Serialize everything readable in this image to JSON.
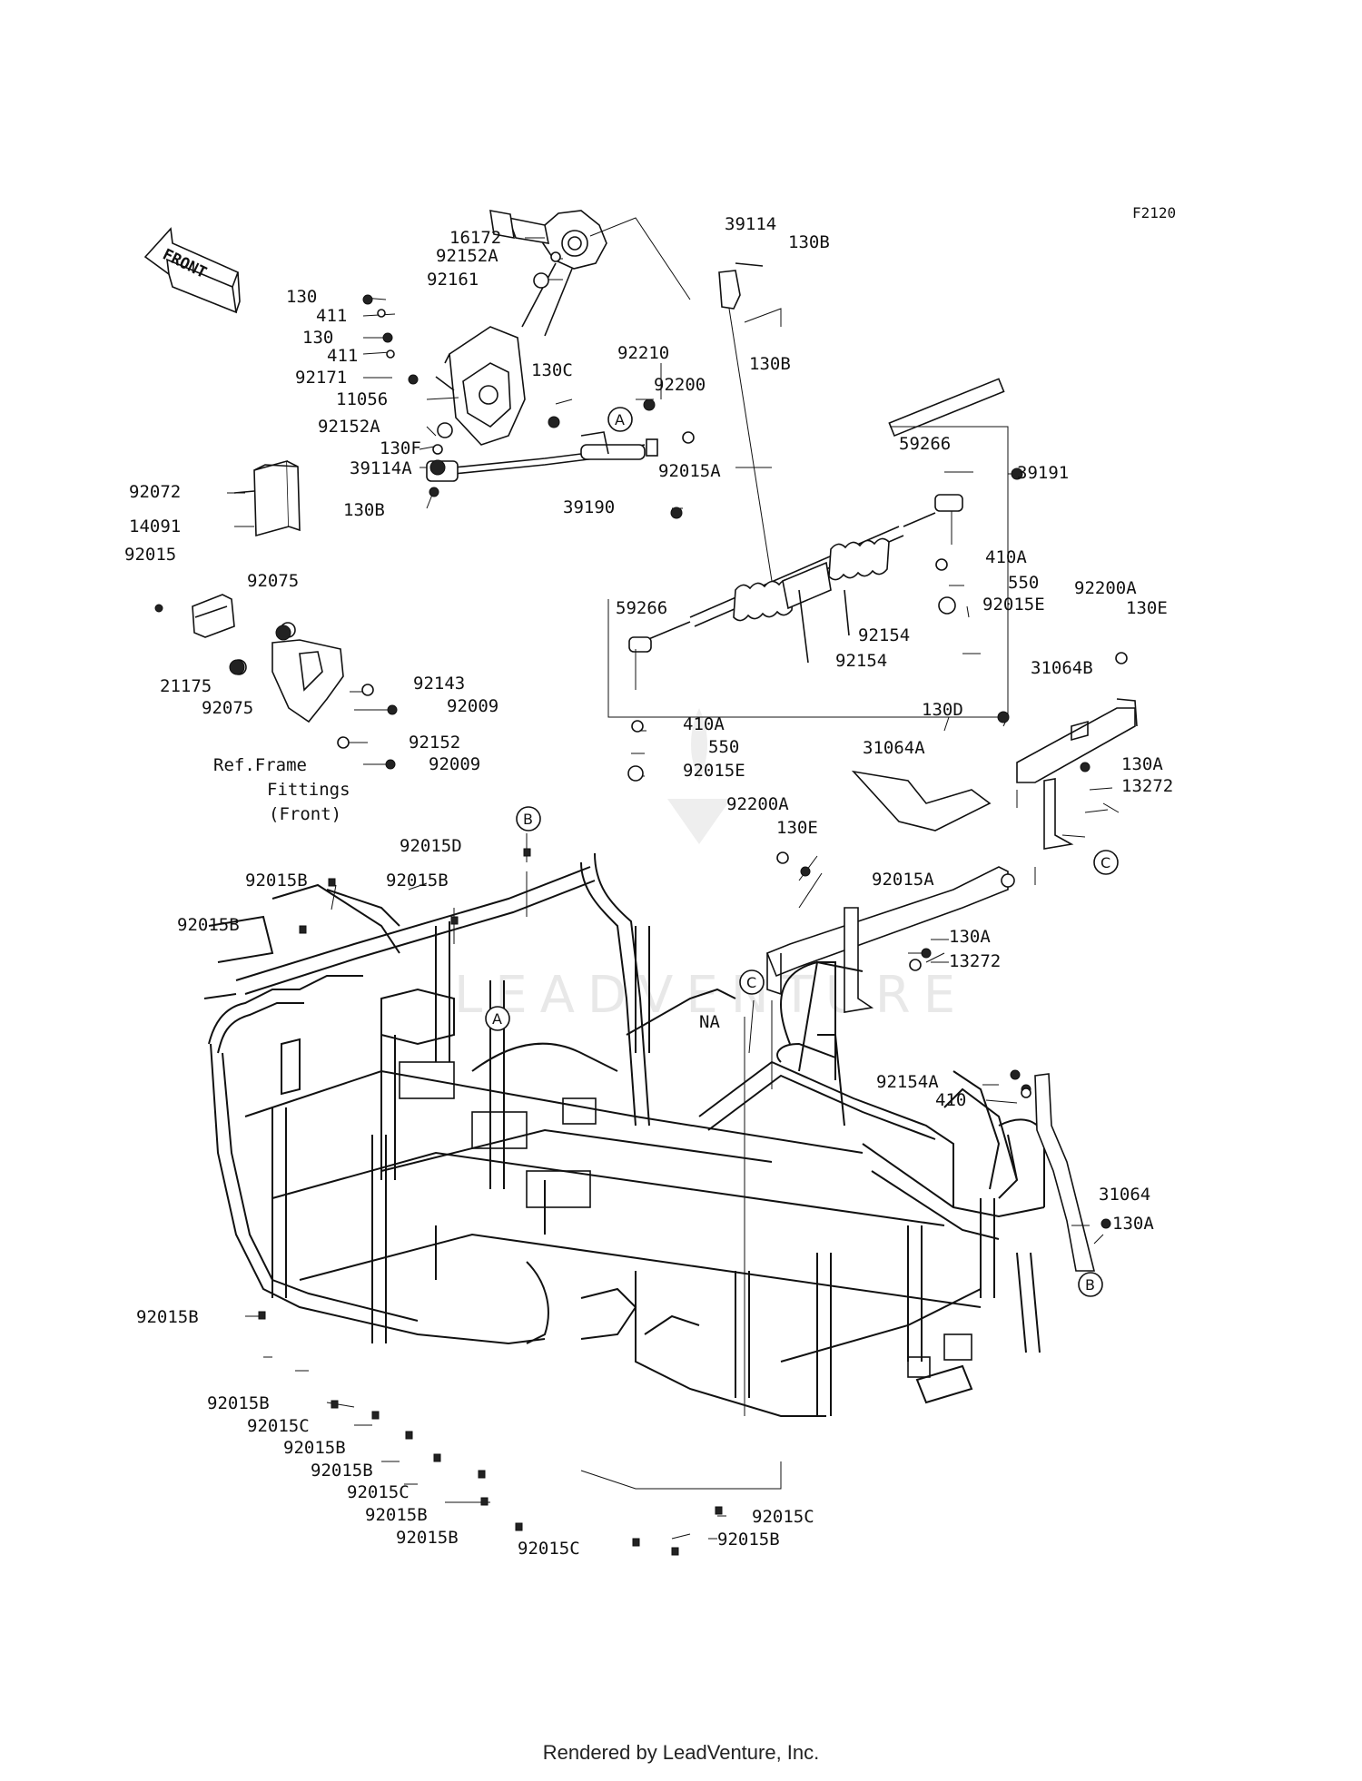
{
  "diagram_code": "F2120",
  "front_arrow_text": "FRONT",
  "watermark_text": "LEADVENTURE",
  "footer": "Rendered by LeadVenture, Inc.",
  "ref_note": {
    "line1": "Ref.Frame",
    "line2": "Fittings",
    "line3": "(Front)"
  },
  "callouts": [
    {
      "id": "A",
      "text": "A"
    },
    {
      "id": "A2",
      "text": "A"
    },
    {
      "id": "B",
      "text": "B"
    },
    {
      "id": "B2",
      "text": "B"
    },
    {
      "id": "C",
      "text": "C"
    },
    {
      "id": "C2",
      "text": "C"
    }
  ],
  "labels": [
    {
      "text": "16172"
    },
    {
      "text": "92152A"
    },
    {
      "text": "92161"
    },
    {
      "text": "130"
    },
    {
      "text": "411"
    },
    {
      "text": "130"
    },
    {
      "text": "411"
    },
    {
      "text": "92171"
    },
    {
      "text": "11056"
    },
    {
      "text": "92152A"
    },
    {
      "text": "130F"
    },
    {
      "text": "39114A"
    },
    {
      "text": "130B"
    },
    {
      "text": "92072"
    },
    {
      "text": "14091"
    },
    {
      "text": "92015"
    },
    {
      "text": "92075"
    },
    {
      "text": "21175"
    },
    {
      "text": "92075"
    },
    {
      "text": "92143"
    },
    {
      "text": "92009"
    },
    {
      "text": "92152"
    },
    {
      "text": "92009"
    },
    {
      "text": "39114"
    },
    {
      "text": "130B"
    },
    {
      "text": "130B"
    },
    {
      "text": "92210"
    },
    {
      "text": "130C"
    },
    {
      "text": "92200"
    },
    {
      "text": "39190"
    },
    {
      "text": "92015A"
    },
    {
      "text": "59266"
    },
    {
      "text": "39191"
    },
    {
      "text": "410A"
    },
    {
      "text": "550"
    },
    {
      "text": "92015E"
    },
    {
      "text": "59266"
    },
    {
      "text": "92154"
    },
    {
      "text": "92154"
    },
    {
      "text": "410A"
    },
    {
      "text": "550"
    },
    {
      "text": "92015E"
    },
    {
      "text": "92200A"
    },
    {
      "text": "130E"
    },
    {
      "text": "31064B"
    },
    {
      "text": "130D"
    },
    {
      "text": "130A"
    },
    {
      "text": "31064A"
    },
    {
      "text": "13272"
    },
    {
      "text": "92200A"
    },
    {
      "text": "130E"
    },
    {
      "text": "92015A"
    },
    {
      "text": "130A"
    },
    {
      "text": "13272"
    },
    {
      "text": "92015D"
    },
    {
      "text": "92015B"
    },
    {
      "text": "92015B"
    },
    {
      "text": "92015B"
    },
    {
      "text": "NA"
    },
    {
      "text": "92154A"
    },
    {
      "text": "410"
    },
    {
      "text": "31064"
    },
    {
      "text": "130A"
    },
    {
      "text": "92015B"
    },
    {
      "text": "92015B"
    },
    {
      "text": "92015C"
    },
    {
      "text": "92015B"
    },
    {
      "text": "92015B"
    },
    {
      "text": "92015C"
    },
    {
      "text": "92015B"
    },
    {
      "text": "92015B"
    },
    {
      "text": "92015C"
    },
    {
      "text": "92015C"
    },
    {
      "text": "92015B"
    }
  ]
}
